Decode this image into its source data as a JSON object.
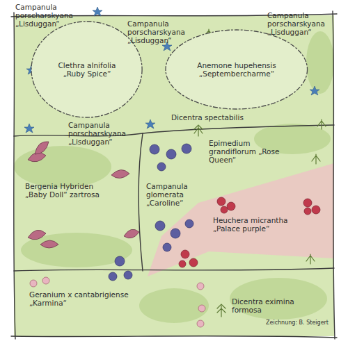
{
  "diagram": {
    "nodes": [
      {
        "text": [
          "Clethra alnifolia „Ruby Spice“"
        ]
      },
      {
        "text": [
          "Anemone hupehensis „Septembercharme“"
        ]
      }
    ],
    "labels": [
      "Campanula porscharskyana „Lisduggan“",
      "Campanula porscharskyana „Lisduggan“",
      "Campanula porscharskyana „Lisduggan“",
      "Campanula porscharskyana „Lisduggan“",
      "Dicentra spectabilis",
      "Epimedium grandiflorum „Rose Queen“",
      "Bergenia Hybriden „Baby Doll“ zartrosa",
      "Campanula glomerata „Caroline“",
      "Heuchera micrantha „Palace purple“",
      "Geranium x cantabrigiense „Karmina“",
      "Dicentra eximina formosa",
      "Zeichnung: B. Steigert"
    ]
  }
}
